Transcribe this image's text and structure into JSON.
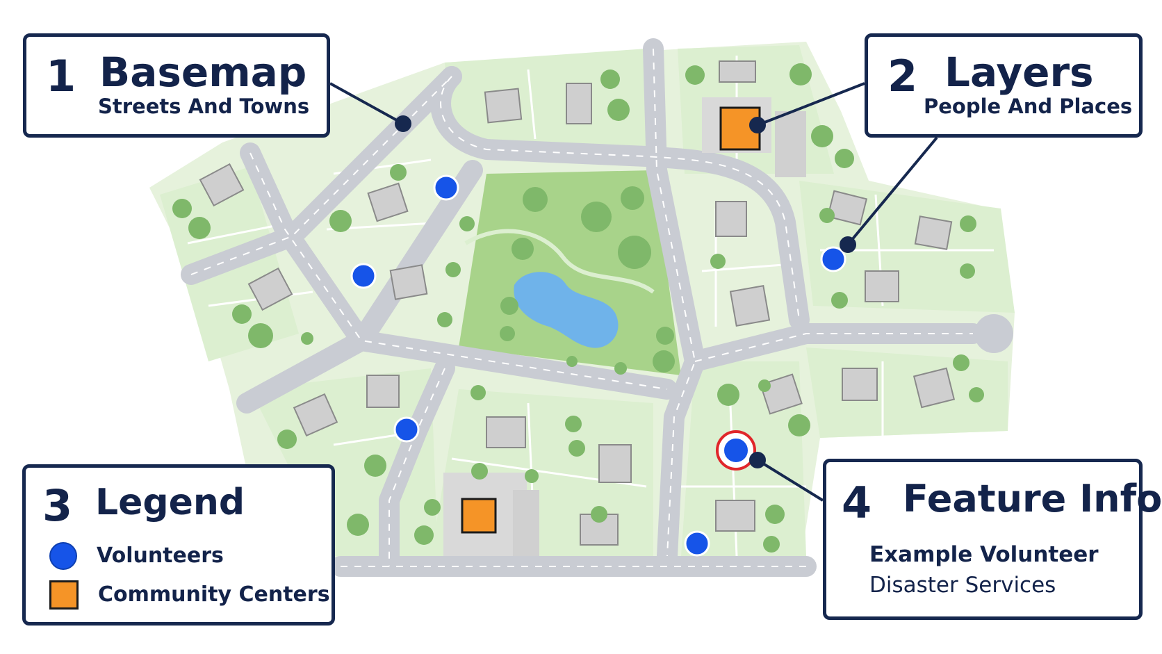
{
  "callouts": {
    "basemap": {
      "number": "1",
      "title": "Basemap",
      "subtitle": "Streets And Towns"
    },
    "layers": {
      "number": "2",
      "title": "Layers",
      "subtitle": "People And Places"
    },
    "legend": {
      "number": "3",
      "title": "Legend",
      "items": [
        {
          "label": "Volunteers",
          "symbol": "blue-circle"
        },
        {
          "label": "Community Centers",
          "symbol": "orange-square"
        }
      ]
    },
    "feature_info": {
      "number": "4",
      "title": "Feature Info",
      "name": "Example Volunteer",
      "detail": "Disaster Services"
    }
  },
  "colors": {
    "navy": "#16284f",
    "volunteer": "#1654e8",
    "community_center": "#f59427",
    "park": "#a8d38a",
    "parcel": "#e6f2dc",
    "road": "#c9ccd3",
    "water": "#6fb3ea",
    "selection": "#e0262a"
  }
}
